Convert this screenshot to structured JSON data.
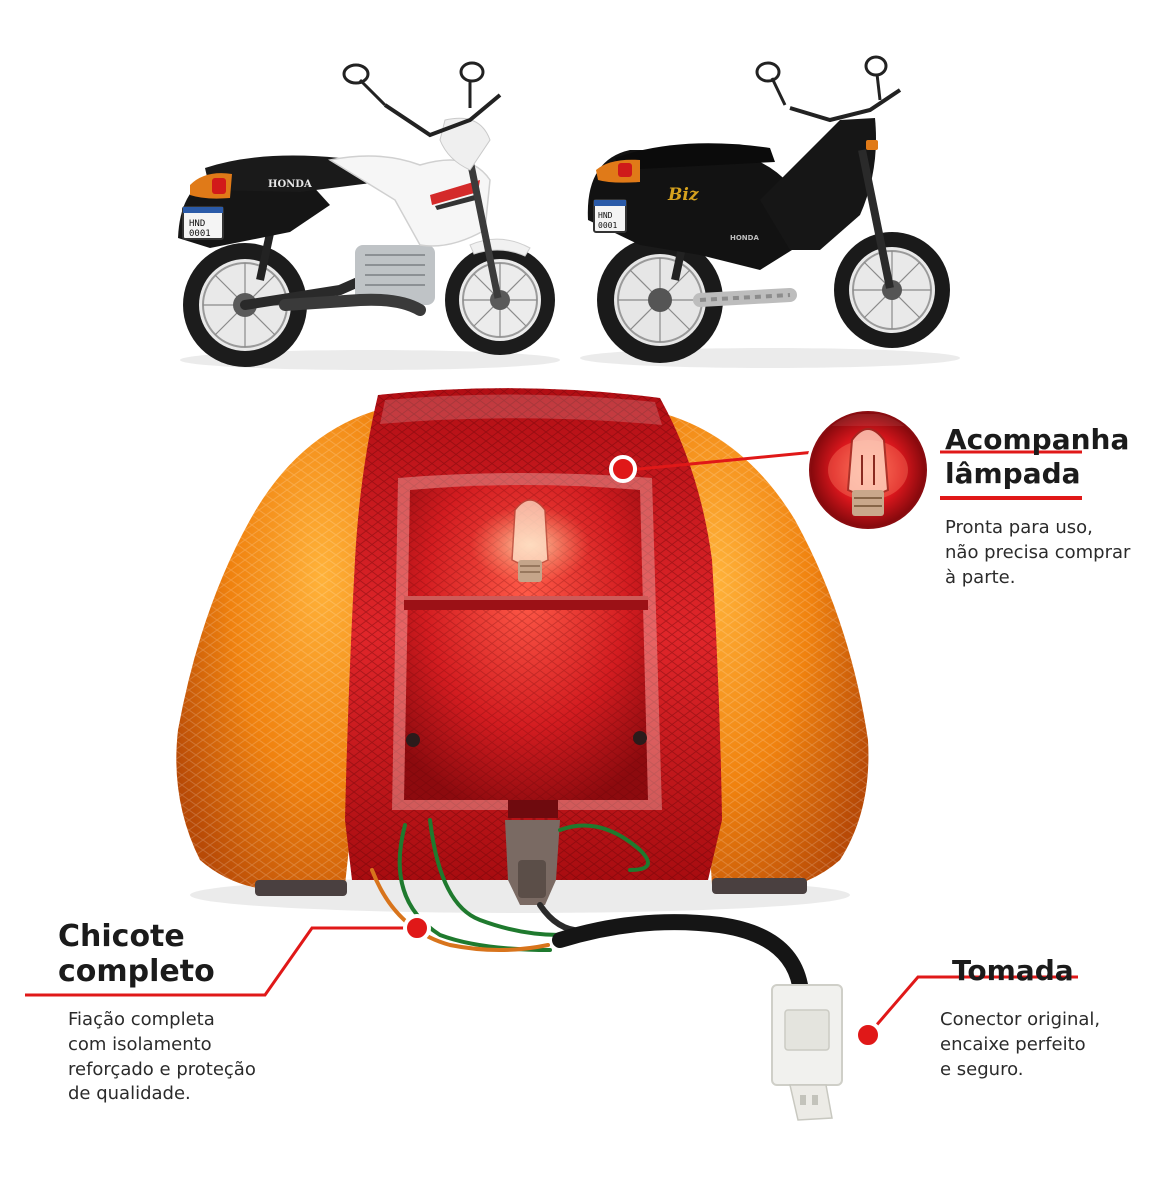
{
  "callouts": {
    "lamp": {
      "title_line1": "Acompanha",
      "title_line2": "lâmpada",
      "desc_line1": "Pronta para uso,",
      "desc_line2": "não precisa comprar",
      "desc_line3": "à parte."
    },
    "harness": {
      "title_line1": "Chicote",
      "title_line2": "completo",
      "desc_line1": "Fiação completa",
      "desc_line2": "com isolamento",
      "desc_line3": "reforçado e proteção",
      "desc_line4": "de qualidade."
    },
    "socket": {
      "title": "Tomada",
      "desc_line1": "Conector original,",
      "desc_line2": "encaixe perfeito",
      "desc_line3": "e seguro."
    }
  },
  "bikes": {
    "left_brand": "HONDA",
    "left_plate_line1": "HND",
    "left_plate_line2": "0001",
    "right_plate_line1": "HND",
    "right_plate_line2": "0001",
    "right_brand": "HONDA",
    "right_model": "Biz"
  },
  "colors": {
    "accent_red": "#e01818",
    "lens_red": "#c8141a",
    "lens_amber": "#f0820f",
    "text_dark": "#1b1b1b"
  }
}
